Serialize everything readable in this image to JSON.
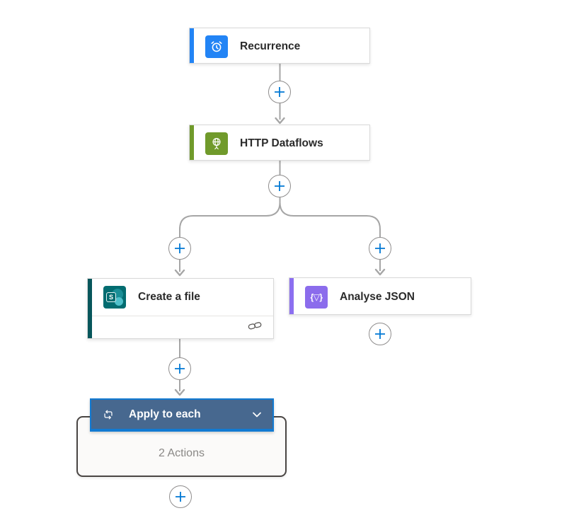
{
  "nodes": {
    "recurrence": {
      "title": "Recurrence",
      "accent": "#2284f5",
      "icon_bg": "#2284f5",
      "icon": "alarm-clock-icon"
    },
    "http": {
      "title": "HTTP Dataflows",
      "accent": "#709a2b",
      "icon_bg": "#709a2b",
      "icon": "globe-icon"
    },
    "create_file": {
      "title": "Create a file",
      "accent": "#07565b",
      "icon_bg": "#036c70",
      "icon": "sharepoint-icon",
      "icon_letter": "S"
    },
    "analyse_json": {
      "title": "Analyse JSON",
      "accent": "#8c6ff0",
      "icon_bg": "#8b6cec",
      "icon": "json-braces-icon",
      "icon_glyph": "{▽}"
    },
    "apply_to_each": {
      "title": "Apply to each",
      "header_bg": "#47688f",
      "header_border": "#127ad2",
      "icon": "repeat-icon",
      "actions_label": "2 Actions"
    }
  },
  "connectors": {
    "line_color": "#a6a6a6",
    "plus_sign_color": "#0078d4",
    "plus_circle_border": "#8f8d8d"
  }
}
